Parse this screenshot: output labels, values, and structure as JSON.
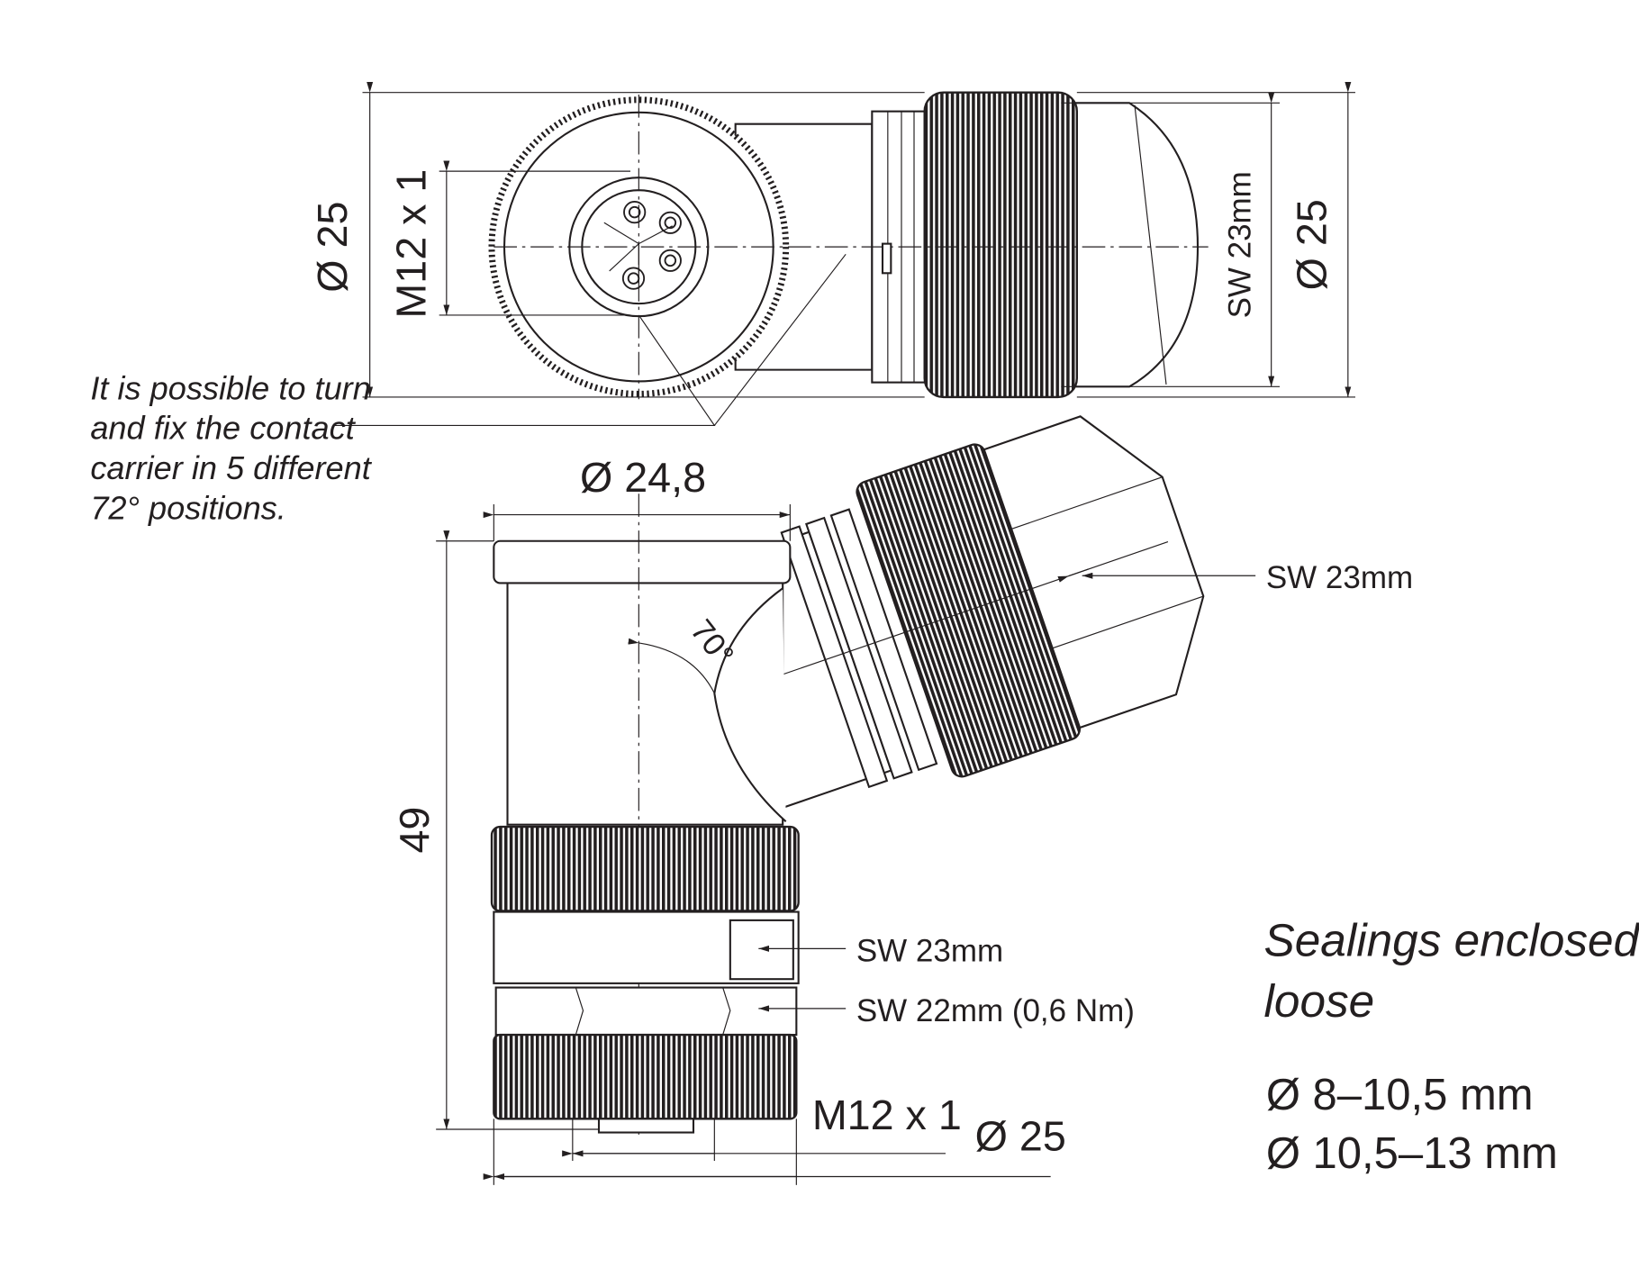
{
  "top_view": {
    "dim_left_diameter": "Ø 25",
    "dim_thread": "M12 x 1",
    "dim_wrench": "SW 23mm",
    "dim_right_diameter": "Ø 25"
  },
  "note": {
    "lines": [
      "It is possible to turn",
      "and fix the contact",
      "carrier in 5 different",
      "72° positions."
    ]
  },
  "side_view": {
    "dim_flange_diameter": "Ø 24,8",
    "dim_length": "49",
    "angle": "70°",
    "gland_wrench": "SW 23mm",
    "lower_wrench": "SW 23mm",
    "lower_wrench_torque": "SW 22mm (0,6 Nm)",
    "dim_thread": "M12 x 1",
    "dim_diameter": "Ø 25"
  },
  "sealings": {
    "title_line1": "Sealings enclosed",
    "title_line2": "loose",
    "sizes": [
      "Ø 8–10,5 mm",
      "Ø 10,5–13 mm"
    ]
  }
}
